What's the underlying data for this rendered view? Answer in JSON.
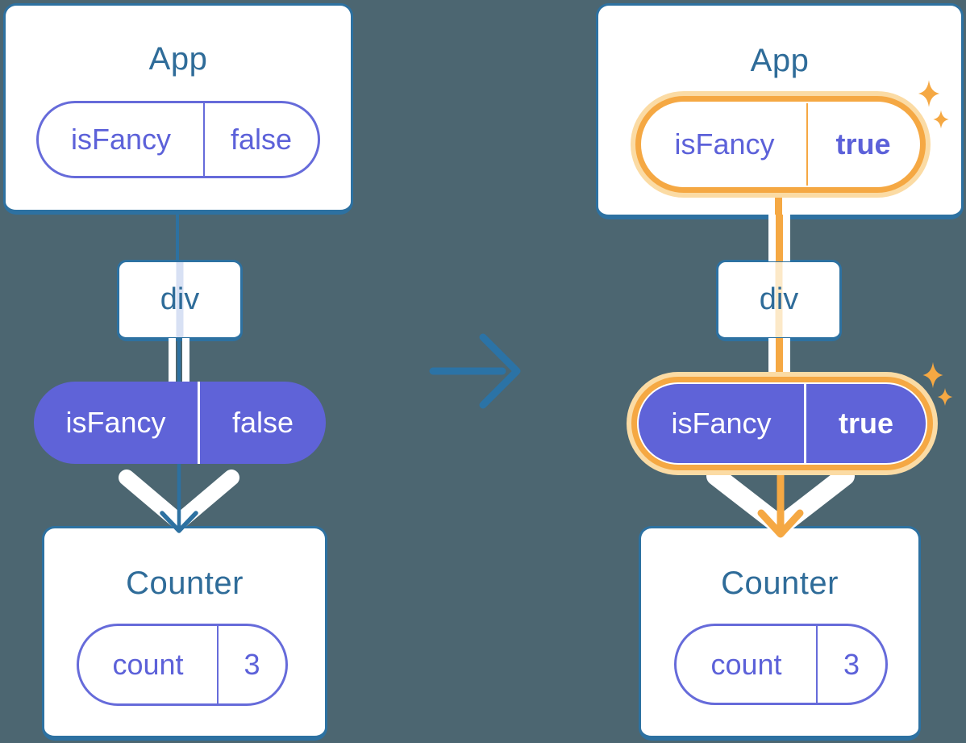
{
  "left": {
    "app": {
      "title": "App"
    },
    "app_prop": {
      "name": "isFancy",
      "value": "false"
    },
    "div": {
      "label": "div"
    },
    "passed_prop": {
      "name": "isFancy",
      "value": "false"
    },
    "counter": {
      "title": "Counter"
    },
    "counter_state": {
      "name": "count",
      "value": "3"
    }
  },
  "right": {
    "app": {
      "title": "App"
    },
    "app_prop": {
      "name": "isFancy",
      "value": "true"
    },
    "div": {
      "label": "div"
    },
    "passed_prop": {
      "name": "isFancy",
      "value": "true"
    },
    "counter": {
      "title": "Counter"
    },
    "counter_state": {
      "name": "count",
      "value": "3"
    }
  },
  "icons": {
    "transition_arrow": "right-arrow-icon",
    "sparkles": "sparkles-icon",
    "props_flow": "white-chevron-arrow"
  },
  "colors": {
    "background": "#4C6671",
    "blue": "#2D71A1",
    "title_text": "#2F6C99",
    "purple_fill": "#5F63D8",
    "purple_outline": "#666BDA",
    "orange": "#F5A843",
    "orange_glow": "#FBDBA4",
    "orange_pale": "#FCE9C8",
    "lavender": "#D8E1F4",
    "white": "#FFFFFF"
  }
}
